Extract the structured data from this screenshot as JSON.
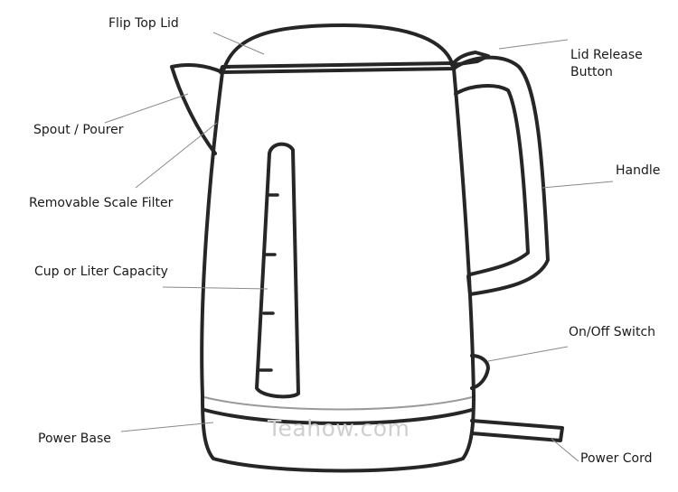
{
  "labels": {
    "flip_top_lid": "Flip Top Lid",
    "lid_release_line1": "Lid Release",
    "lid_release_line2": "Button",
    "spout": "Spout / Pourer",
    "scale_filter": "Removable Scale Filter",
    "handle": "Handle",
    "capacity": "Cup or Liter Capacity",
    "on_off_switch": "On/Off Switch",
    "power_base": "Power Base",
    "power_cord": "Power Cord"
  },
  "watermark": "Teahow.com",
  "colors": {
    "outline": "#262626",
    "leader": "#8a8a8a",
    "watermark": "#cfcfcf"
  }
}
